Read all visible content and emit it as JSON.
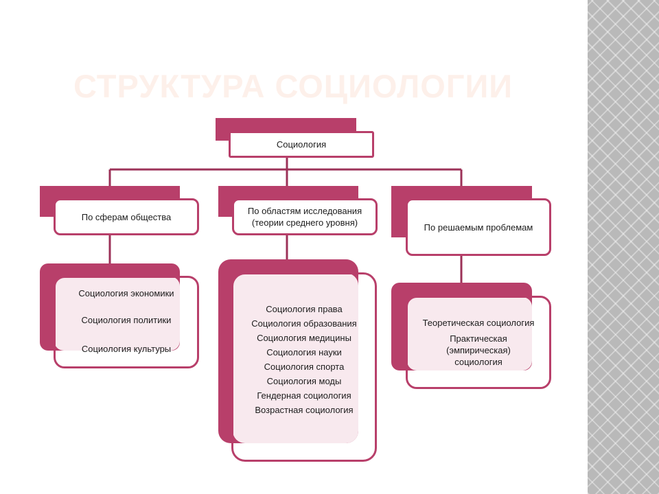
{
  "title": "СТРУКТУРА СОЦИОЛОГИИ",
  "colors": {
    "accent": "#b83f6a",
    "panel": "#f8e9ee",
    "title": "#fdf0ea",
    "connector": "#9c3258"
  },
  "root": {
    "label": "Социология"
  },
  "branches": [
    {
      "label": "По сферам общества",
      "items": [
        "Социология экономики",
        "Социология политики",
        "Социология культуры"
      ]
    },
    {
      "label_line1": "По областям исследования",
      "label_line2": "(теории среднего уровня)",
      "items": [
        "Социология права",
        "Социология образования",
        "Социология медицины",
        "Социология науки",
        "Социология спорта",
        "Социология моды",
        "Гендерная социология",
        "Возрастная социология"
      ]
    },
    {
      "label": "По решаемым проблемам",
      "item1": "Теоретическая социология",
      "item2_line1": "Практическая",
      "item2_line2": "(эмпирическая)",
      "item2_line3": "социология"
    }
  ]
}
